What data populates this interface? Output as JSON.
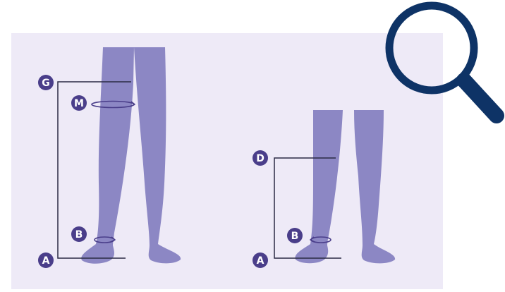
{
  "colors": {
    "panel_background": "#eeeaf7",
    "leg_fill": "#8c87c4",
    "marker_fill": "#4a3e8a",
    "marker_text": "#ffffff",
    "guide_line": "#2b2b45",
    "magnifier": "#0e3366"
  },
  "icons": {
    "magnifier": "magnifying-glass-icon",
    "circumference": "circumference-arrow-icon"
  },
  "left_diagram": {
    "markers": {
      "g": "G",
      "m": "M",
      "b": "B",
      "a": "A"
    }
  },
  "right_diagram": {
    "markers": {
      "d": "D",
      "b": "B",
      "a": "A"
    }
  }
}
